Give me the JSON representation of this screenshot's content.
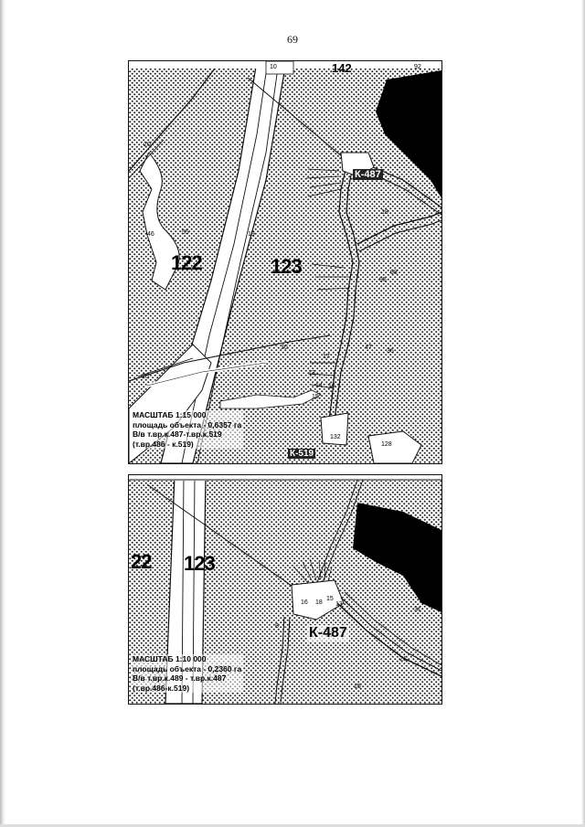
{
  "page": {
    "number": "69"
  },
  "map_top": {
    "parcels": [
      "122",
      "123"
    ],
    "objects": [
      "К-487",
      "К-519"
    ],
    "road_codes": [
      "142"
    ],
    "small_labels": [
      "10",
      "92",
      "31",
      "19",
      "46",
      "55",
      "18",
      "20",
      "98",
      "95",
      "36",
      "47",
      "30",
      "13",
      "14",
      "15",
      "17",
      "16",
      "132",
      "128",
      "20"
    ],
    "legend": {
      "scale": "МАСШТАБ 1:15 000",
      "area": "площадь объекта - 0,6357 га",
      "route": "В/в т.вр.к.487-т.вр.к.519",
      "range": "(т.вр.486 - к.519)"
    }
  },
  "map_bottom": {
    "parcels": [
      "22",
      "123"
    ],
    "objects": [
      "К-487"
    ],
    "small_labels": [
      "16",
      "18",
      "15",
      "13",
      "31",
      "21",
      "15",
      "8"
    ],
    "legend": {
      "scale": "МАСШТАБ 1:10 000",
      "area": "площадь объекта - 0,2360 га",
      "route": "В/в т.вр.к.489 - т.вр.к.487",
      "range": "(т.вр.486-к.519)"
    }
  },
  "colors": {
    "ink": "#111111",
    "paper": "#ffffff"
  }
}
